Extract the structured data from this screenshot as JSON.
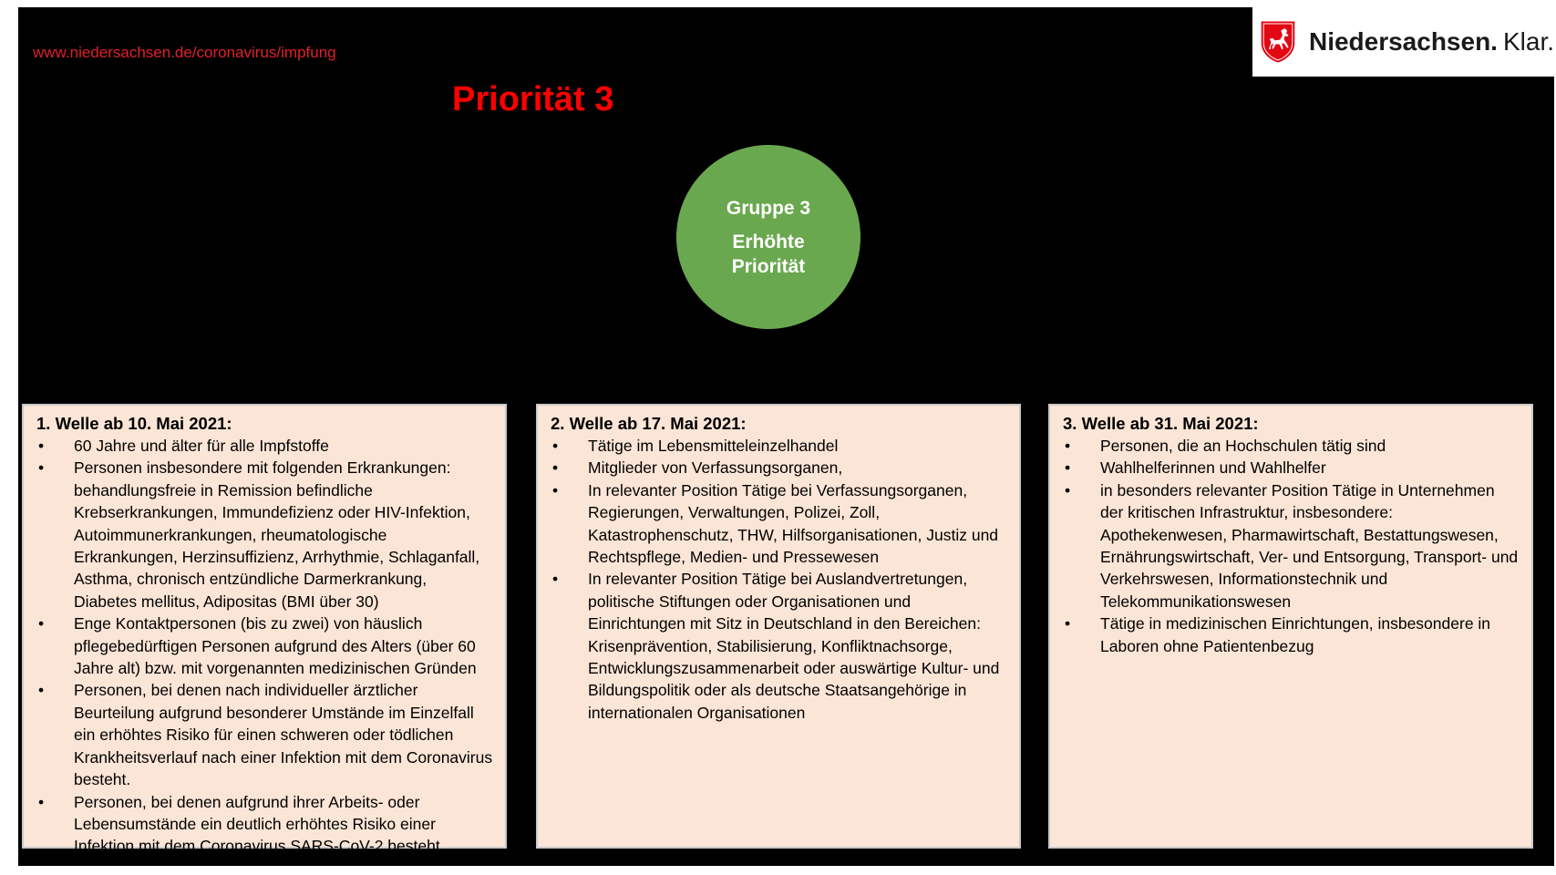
{
  "header": {
    "url": "www.niedersachsen.de/coronavirus/impfung",
    "title": "Priorität 3",
    "logo": {
      "name_bold": "Niedersachsen.",
      "name_light": "Klar.",
      "crest_icon": "lower-saxony-horse-crest-icon",
      "crest_color": "#e30613"
    }
  },
  "group": {
    "label": "Gruppe 3",
    "priority": "Erhöhte Priorität",
    "color": "#6aa84f"
  },
  "waves": [
    {
      "title": "1. Welle ab 10. Mai 2021:",
      "items": [
        "60 Jahre und älter für alle Impfstoffe",
        "Personen insbesondere mit folgenden Erkrankungen: behandlungsfreie in Remission befindliche Krebserkrankungen, Immundefizienz oder HIV-Infektion, Autoimmunerkrankungen, rheumatologische Erkrankungen, Herzinsuffizienz, Arrhythmie, Schlaganfall, Asthma, chronisch entzündliche Darmerkrankung, Diabetes mellitus, Adipositas (BMI über 30)",
        "Enge Kontaktpersonen (bis zu zwei) von häuslich pflegebedürftigen Personen aufgrund des Alters (über 60 Jahre alt) bzw. mit vorgenannten medizinischen Gründen",
        "Personen, bei denen nach individueller ärztlicher Beurteilung aufgrund besonderer Umstände im Einzelfall ein erhöhtes Risiko für einen schweren oder tödlichen Krankheitsverlauf nach einer Infektion mit dem Coronavirus besteht.",
        "Personen, bei denen aufgrund ihrer Arbeits- oder Lebensumstände ein deutlich erhöhtes Risiko einer Infektion mit dem Coronavirus SARS-CoV-2 besteht."
      ]
    },
    {
      "title": "2. Welle ab 17. Mai 2021:",
      "items": [
        "Tätige im Lebensmitteleinzelhandel",
        "Mitglieder von Verfassungsorganen,",
        "In relevanter Position Tätige bei Verfassungsorganen, Regierungen, Verwaltungen, Polizei, Zoll, Katastrophenschutz, THW, Hilfsorganisationen, Justiz und Rechtspflege, Medien- und Pressewesen",
        "In relevanter Position Tätige bei Auslandvertretungen, politische Stiftungen oder Organisationen und Einrichtungen mit Sitz in Deutschland in den Bereichen: Krisenprävention, Stabilisierung, Konfliktnachsorge, Entwicklungszusammenarbeit  oder auswärtige Kultur- und Bildungspolitik oder als deutsche Staatsangehörige in internationalen Organisationen"
      ]
    },
    {
      "title": "3. Welle ab 31. Mai 2021:",
      "items": [
        "Personen, die an Hochschulen tätig sind",
        "Wahlhelferinnen und Wahlhelfer",
        "in besonders relevanter Position Tätige in Unternehmen der kritischen Infrastruktur, insbesondere: Apothekenwesen, Pharmawirtschaft, Bestattungswesen, Ernährungswirtschaft, Ver- und Entsorgung, Transport- und Verkehrswesen, Informationstechnik und Telekommunikationswesen",
        "Tätige in medizinischen Einrichtungen, insbesondere in Laboren ohne Patientenbezug"
      ]
    }
  ]
}
